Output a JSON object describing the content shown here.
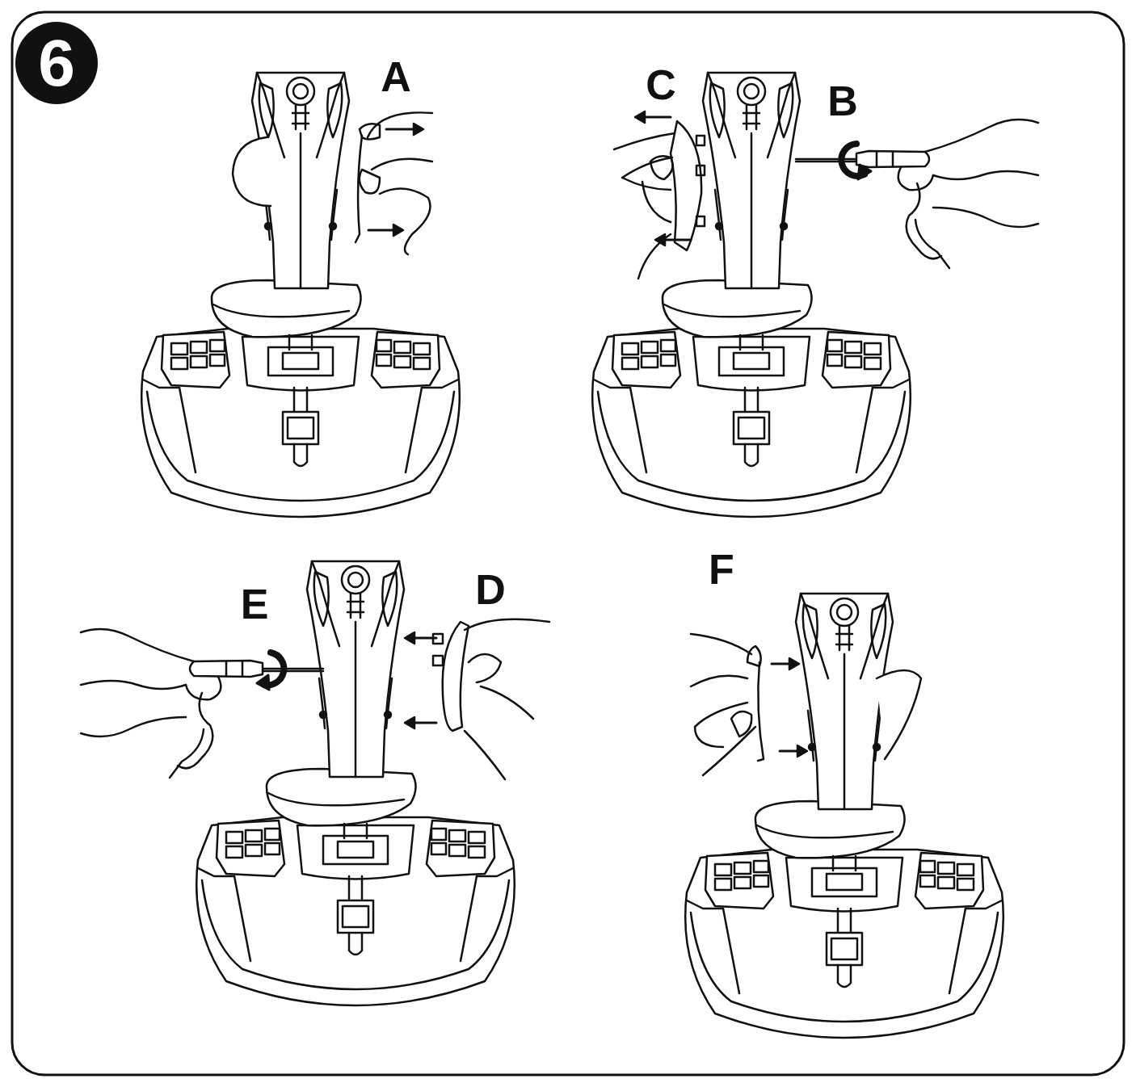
{
  "diagram": {
    "nodes": [
      {
        "text": [
          "6"
        ]
      }
    ],
    "labels": [
      "A",
      "C",
      "B",
      "E",
      "D",
      "F"
    ]
  }
}
